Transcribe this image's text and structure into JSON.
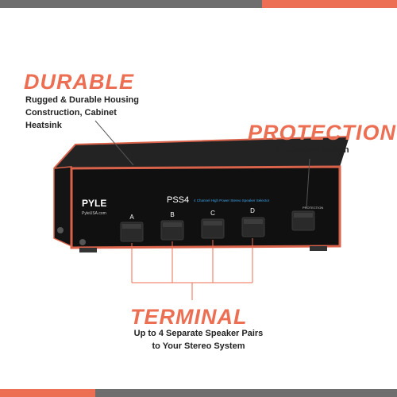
{
  "colors": {
    "accent": "#ec6f53",
    "device": "#1a1a1a",
    "trim": "#d9624a",
    "bar_gray": "#6e6e6e"
  },
  "callouts": {
    "durable": {
      "title": "DURABLE",
      "line1": "Rugged & Durable Housing",
      "line2": "Construction, Cabinet Heatsink"
    },
    "protection": {
      "title": "PROTECTION",
      "desc": "Protection button"
    },
    "terminal": {
      "title": "TERMINAL",
      "line1": "Up to 4 Separate Speaker Pairs",
      "line2": "to Your Stereo System"
    }
  },
  "device": {
    "brand": "PYLE",
    "website": "PyleUSA.com",
    "model": "PSS4",
    "subtitle": "4 Channel High Power Stereo Speaker Selector",
    "protection_label": "PROTECTION",
    "buttons": [
      {
        "label": "A"
      },
      {
        "label": "B"
      },
      {
        "label": "C"
      },
      {
        "label": "D"
      }
    ]
  }
}
